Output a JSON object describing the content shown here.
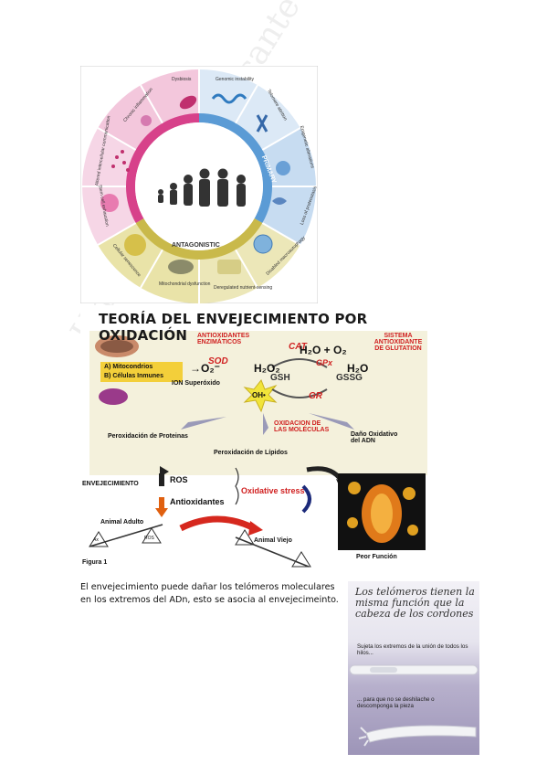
{
  "hallmarks_wheel": {
    "sections": {
      "integrative": "INTEGRATIVE",
      "primary": "PRIMARY",
      "antagonistic": "ANTAGONISTIC"
    },
    "segments": [
      "Dysbiosis",
      "Genomic instability",
      "Telomere attrition",
      "Epigenetic alterations",
      "Loss of proteostasis",
      "Disabled macroautophagy",
      "Deregulated nutrient-sensing",
      "Mitochondrial dysfunction",
      "Cellular senescence",
      "Stem cell exhaustion",
      "Altered intercellular communication",
      "Chronic inflammation"
    ]
  },
  "oxidation_figure": {
    "title": "TEORÍA DEL ENVEJECIMIENTO POR OXIDACIÓN",
    "sources": [
      "A) Mitocondrios",
      "B) Células Inmunes"
    ],
    "antioxidantes": "ANTIOXIDANTES ENZIMÁTICOS",
    "sistema": "SISTEMA ANTIOXIDANTE DE GLUTATION",
    "ion": "ION Superóxido",
    "sod": "SOD",
    "cat": "CAT",
    "gpx": "GPx",
    "gr": "GR",
    "gsh": "GSH",
    "gssg": "GSSG",
    "o2": "→O₂⁻",
    "h2o2": "H₂O₂",
    "h2o_o2": "H₂O + O₂",
    "h2o": "H₂O",
    "oh": "OH•",
    "oxid_mol": "OXIDACION DE LAS MOLÉCULAS",
    "peroxidacion_prot": "Peroxidación de Proteinas",
    "peroxidacion_lip": "Peroxidación de Lípidos",
    "dano": "Daño Oxidativo del ADN",
    "envejecimiento": "ENVEJECIMIENTO",
    "ros": "ROS",
    "antioxidantes2": "Antioxidantes",
    "oxidative_stress": "Oxidative stress",
    "adulto": "Animal Adulto",
    "viejo": "Animal Viejo",
    "ax": "Ax",
    "ros_small": "ROS",
    "peor": "Peor Función",
    "figura": "Figura 1"
  },
  "paragraph": "El envejecimiento puede dañar los telómeros moleculares en los extremos del ADn, esto se asocia al envejecimeinto.",
  "photo": {
    "heading": "Los telómeros tienen la misma función que la cabeza de los cordones",
    "caption1": "Sujeta los extremos de la unión de todos los hilos...",
    "caption2": "... para que no se deshilache o descomponga la pieza"
  },
  "watermark": "Universidad de Alicante"
}
